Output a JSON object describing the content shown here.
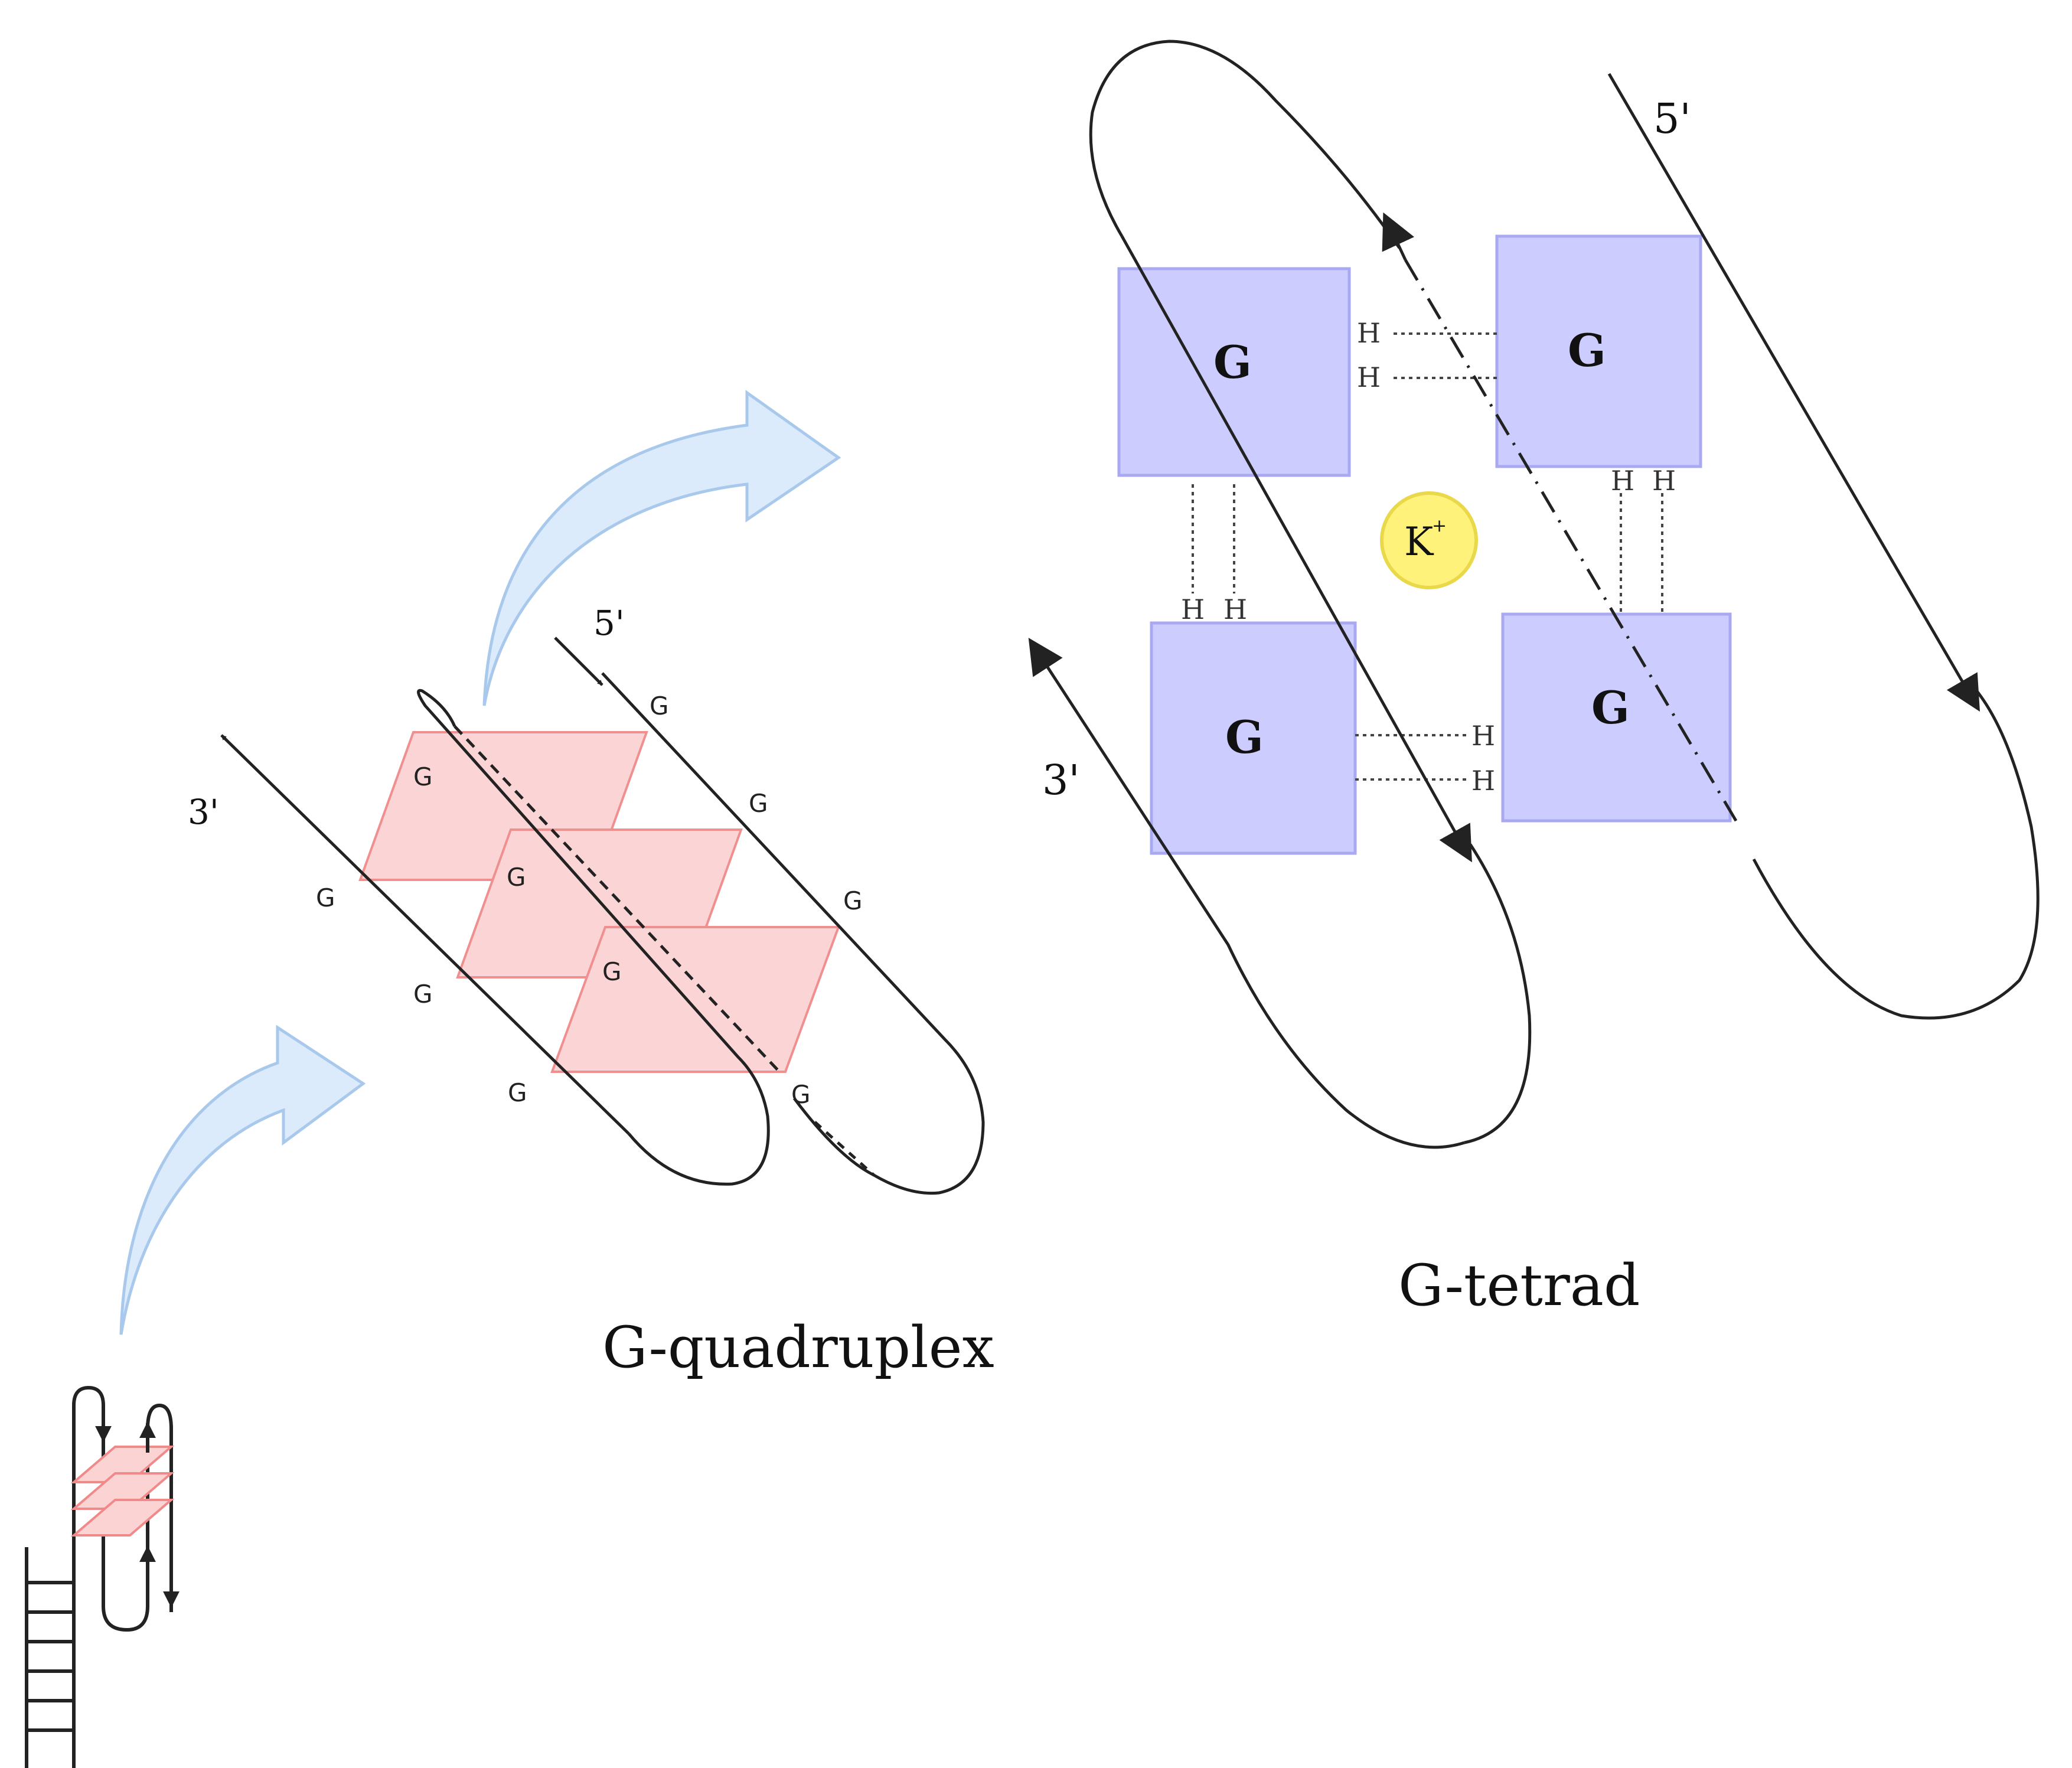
{
  "captions": {
    "quadruplex": "G-quadruplex",
    "tetrad": "G-tetrad"
  },
  "quadruplex": {
    "five_prime": "5'",
    "three_prime": "3'",
    "g_label": "G"
  },
  "tetrad": {
    "five_prime": "5'",
    "three_prime": "3'",
    "g_label": "G",
    "h_label": "H",
    "ion": "K",
    "ion_charge": "+"
  },
  "colors": {
    "tetrad_plane": "#fbd3d3",
    "tetrad_plane_stroke": "#f08a8a",
    "guanine_box": "#ccccff",
    "guanine_box_stroke": "#a9a9f2",
    "arrow_fill": "#dcebfb",
    "arrow_stroke": "#a9c9ec",
    "ion_fill": "#fff27a",
    "ion_stroke": "#e8d84a",
    "strand": "#222222"
  }
}
